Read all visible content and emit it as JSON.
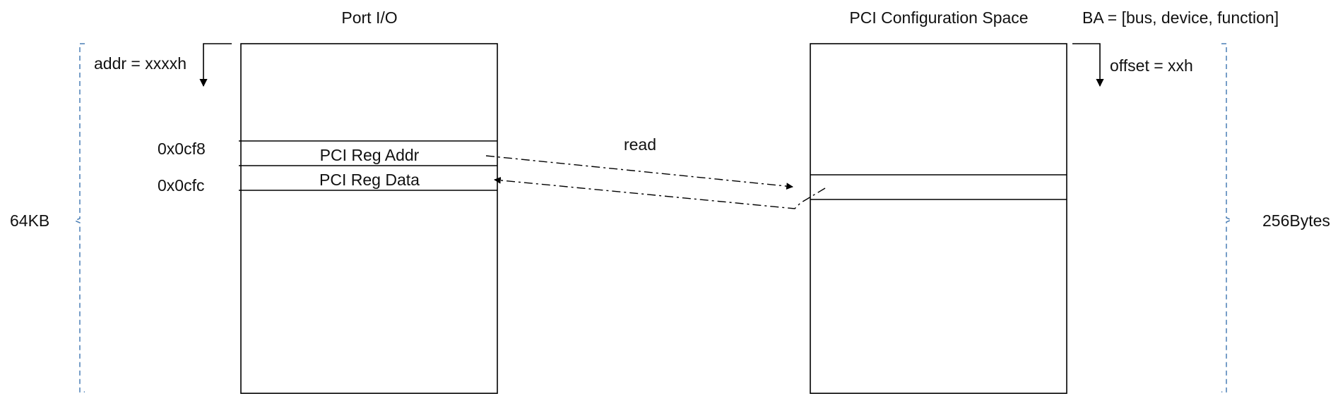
{
  "port_io": {
    "title": "Port I/O",
    "addr_label": "addr = xxxxh",
    "size_label": "64KB",
    "reg_addr": {
      "offset_label": "0x0cf8",
      "name": "PCI Reg Addr"
    },
    "reg_data": {
      "offset_label": "0x0cfc",
      "name": "PCI Reg Data"
    }
  },
  "pci_config": {
    "title": "PCI Configuration Space",
    "ba_label": "BA = [bus, device, function]",
    "offset_label": "offset = xxh",
    "size_label": "256Bytes"
  },
  "arrow_label": "read",
  "colors": {
    "line": "#000000",
    "brace": "#4a7eb5",
    "background": "#ffffff"
  }
}
